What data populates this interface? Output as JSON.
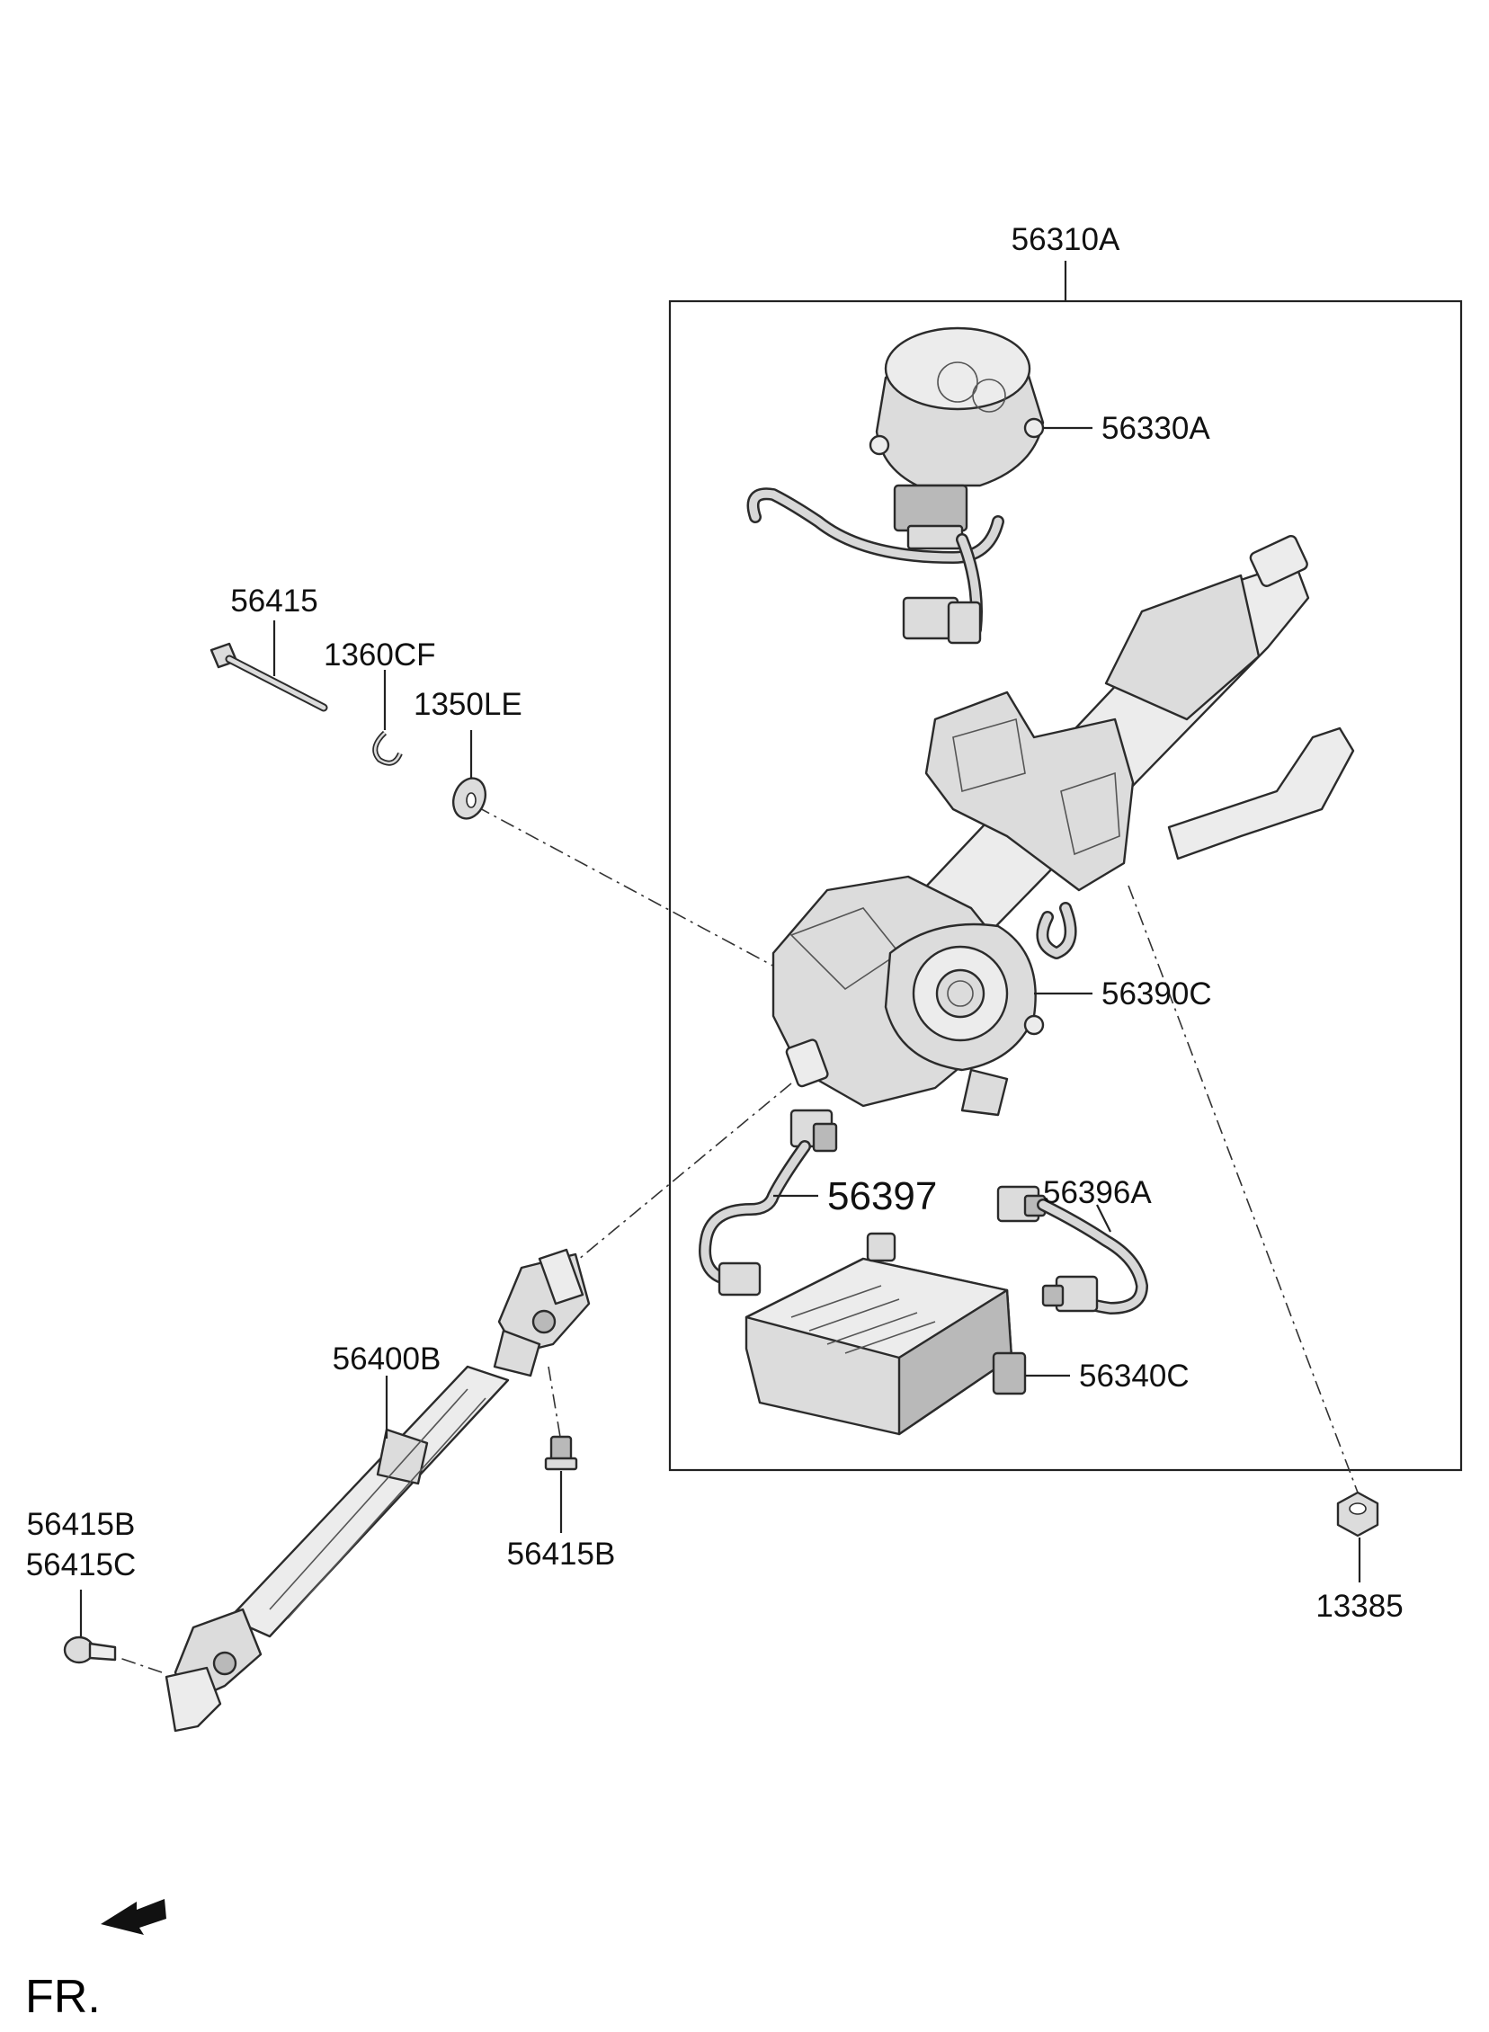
{
  "labels": {
    "assembly": "56310A",
    "motor": "56330A",
    "column": "56390C",
    "harness": "56397",
    "sensor_wire": "56396A",
    "ecu": "56340C",
    "bolt": "56415",
    "clip": "1360CF",
    "washer": "1350LE",
    "shaft": "56400B",
    "bolt_b_left": "56415B",
    "bolt_c_left": "56415C",
    "bolt_b_right": "56415B",
    "nut": "13385"
  },
  "direction": {
    "text": "FR."
  }
}
